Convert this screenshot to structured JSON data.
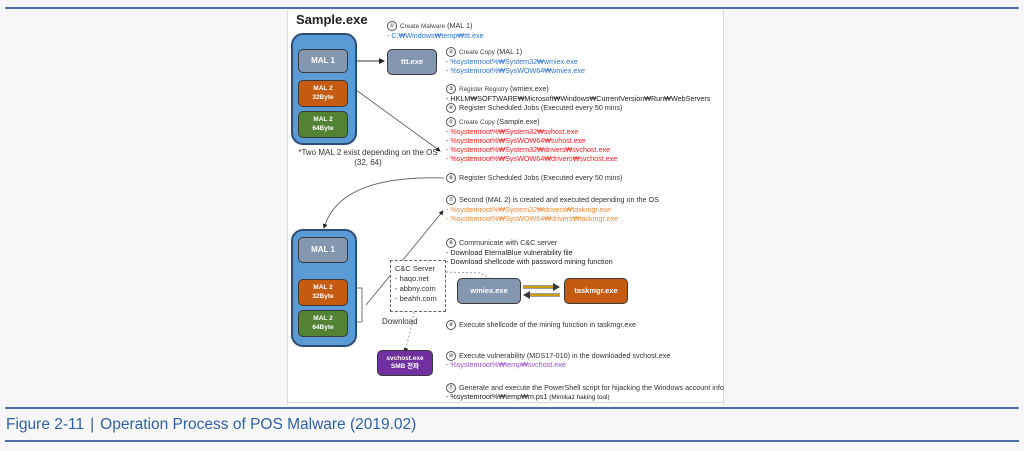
{
  "diagram": {
    "title": "Sample.exe",
    "boxes": {
      "mal1_top": "MAL 1",
      "mal2_32_top": [
        "MAL 2",
        "32Byte"
      ],
      "mal2_64_top": [
        "MAL 2",
        "64Byte"
      ],
      "ttt": "ttt.exe",
      "mal1_bottom": "MAL 1",
      "mal2_32_bottom": [
        "MAL 2",
        "32Byte"
      ],
      "mal2_64_bottom": [
        "MAL 2",
        "64Byte"
      ],
      "wmiex": "wmiex.exe",
      "taskmgr": "taskmgr.exe",
      "svchost": [
        "svchost.exe",
        "SMB 전파"
      ]
    },
    "note": "*Two MAL 2 exist depending on the OS (32, 64)",
    "cnc_server": {
      "title": "C&C Server",
      "domains": [
        "- haqo.net",
        "- abbny.com",
        "- beahh.com"
      ]
    },
    "download_label": "Download",
    "steps": [
      {
        "num": "①",
        "label": "Create Malware",
        "detail": "(MAL 1)",
        "paths": [
          {
            "text": "- C:₩Windows₩temp₩ttt.exe",
            "color": "blue"
          }
        ]
      },
      {
        "num": "②",
        "label": "Create Copy",
        "detail": "(MAL 1)",
        "paths": [
          {
            "text": "-   %systemroot%₩System32₩wmiex.exe",
            "color": "blue"
          },
          {
            "text": "-   %systemroot%₩SysWOW64₩wmiex.exe",
            "color": "blue"
          }
        ]
      },
      {
        "num": "③",
        "label": "Register Registry",
        "detail": "(wmiex.exe)",
        "paths": [
          {
            "text": "- HKLM₩SOFTWARE₩Microsoft₩Windows₩CurrentVersion₩Run₩WebServers",
            "color": "dark"
          }
        ]
      },
      {
        "num": "④",
        "label": "Register Scheduled Jobs (Executed every 50 mins)",
        "detail": "",
        "paths": []
      },
      {
        "num": "⑤",
        "label": "Create Copy",
        "detail": "(Sample.exe)",
        "paths": [
          {
            "text": "-   %systemroot%₩System32₩svhost.exe",
            "color": "red"
          },
          {
            "text": "-   %systemroot%₩SysWOW64₩svhost.exe",
            "color": "red"
          },
          {
            "text": "-   %systemroot%₩System32₩drivers₩svchost.exe",
            "color": "red"
          },
          {
            "text": "-   %systemroot%₩SysWOW64₩drivers₩svchost.exe",
            "color": "red"
          }
        ]
      },
      {
        "num": "⑥",
        "label": "Register Scheduled Jobs (Executed every 50 mins)",
        "detail": "",
        "paths": []
      },
      {
        "num": "⑦",
        "label": "Second (MAL 2) is created and executed depending on the OS",
        "detail": "",
        "paths": [
          {
            "text": "-   %systemroot%₩System32₩drivers₩taskmgr.exe",
            "color": "orange"
          },
          {
            "text": "-   %systemroot%₩SysWOW64₩drivers₩taskmgr.exe",
            "color": "orange"
          }
        ]
      },
      {
        "num": "⑧",
        "label": "Communicate with C&C server",
        "detail": "",
        "paths": [
          {
            "text": "-   Download EternalBlue vulnerability file",
            "color": "dark"
          },
          {
            "text": "-   Download shellcode with password mining function",
            "color": "dark"
          }
        ]
      },
      {
        "num": "⑨",
        "label": "Execute shellcode of the mining function in taskmgr.exe",
        "detail": "",
        "paths": []
      },
      {
        "num": "⑩",
        "label": "Execute vulnerability (MDS17-010) in the downloaded svchost.exe",
        "detail": "",
        "paths": [
          {
            "text": "- %systemroot%₩temp₩svchost.exe",
            "color": "purple"
          }
        ]
      },
      {
        "num": "⑪",
        "label": "Generate and execute the PowerShell script for hijacking the Windows account info",
        "detail": "",
        "paths": [
          {
            "text": "- %systemroot%₩temp₩m.ps1",
            "color": "dark"
          },
          {
            "text": " (Mimikaz haking tool)",
            "color": "dark"
          }
        ]
      }
    ]
  },
  "caption": {
    "figure": "Figure 2-11",
    "separator": "|",
    "text": "Operation Process of POS Malware (2019.02)"
  },
  "colors": {
    "container": "#5b9bd5",
    "mal1": "#8497b0",
    "mal2_32": "#c55a11",
    "mal2_64": "#548235",
    "svchost": "#7030a0",
    "caption": "#2f5fa7",
    "path_blue": "#2e75d6",
    "path_red": "#ff1f1f",
    "path_orange": "#f08b3a",
    "path_purple": "#9b4dd6"
  }
}
